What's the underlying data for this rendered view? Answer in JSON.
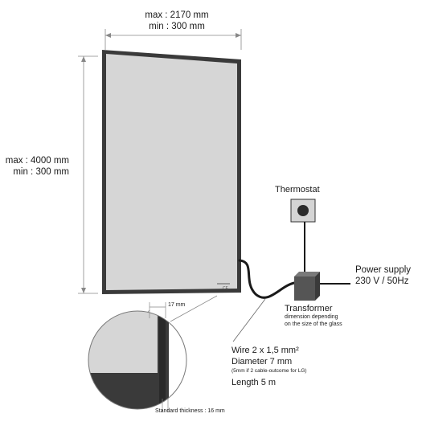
{
  "width_dimension": {
    "max": "max : 2170 mm",
    "min": "min : 300 mm"
  },
  "height_dimension": {
    "max": "max : 4000 mm",
    "min": "min : 300 mm"
  },
  "thermostat": {
    "label": "Thermostat"
  },
  "power_supply": {
    "label": "Power supply",
    "spec": "230 V / 50Hz"
  },
  "transformer": {
    "label": "Transformer",
    "note_line1": "dimension depending",
    "note_line2": "on the size of the glass"
  },
  "wire": {
    "spec": "Wire 2 x 1,5 mm²",
    "diameter": "Diameter 7 mm",
    "note": "(5mm if 2 cable-outcome for LG)",
    "length": "Length 5 m"
  },
  "detail": {
    "frame_width": "17 mm",
    "standard_thickness": "Standard thickness : 16 mm"
  },
  "colors": {
    "panel": "#d6d6d6",
    "frame": "#3a3a3a",
    "box": "#555555",
    "line": "#888888",
    "cable": "#1a1a1a"
  },
  "icons": [
    "ce-mark-icon",
    "thermostat-dial-icon"
  ]
}
